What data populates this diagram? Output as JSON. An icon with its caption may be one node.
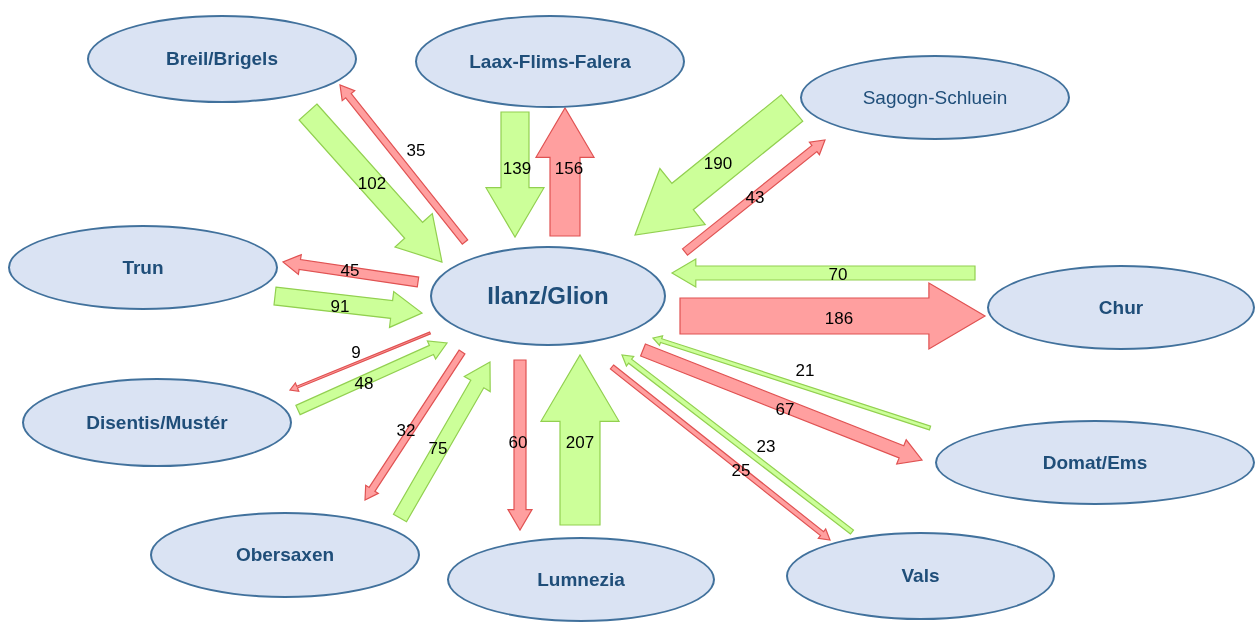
{
  "diagram": {
    "nodes": [
      {
        "text": [
          "Ilanz/Glion"
        ]
      },
      {
        "text": [
          "Breil/Brigels"
        ]
      },
      {
        "text": [
          "Laax-Flims-Falera"
        ]
      },
      {
        "text": [
          "Sagogn-Schluein"
        ]
      },
      {
        "text": [
          "Trun"
        ]
      },
      {
        "text": [
          "Chur"
        ]
      },
      {
        "text": [
          "Disentis/Mustér"
        ]
      },
      {
        "text": [
          "Domat/Ems"
        ]
      },
      {
        "text": [
          "Obersaxen"
        ]
      },
      {
        "text": [
          "Lumnezia"
        ]
      },
      {
        "text": [
          "Vals"
        ]
      }
    ],
    "edges": [
      {
        "from": 1,
        "to": 0,
        "arrow": "to",
        "label": "102",
        "color": "#ccff99"
      },
      {
        "from": 0,
        "to": 1,
        "arrow": "to",
        "label": "35",
        "color": "#ff9f9f"
      },
      {
        "from": 2,
        "to": 0,
        "arrow": "to",
        "label": "139",
        "color": "#ccff99"
      },
      {
        "from": 0,
        "to": 2,
        "arrow": "to",
        "label": "156",
        "color": "#ff9f9f"
      },
      {
        "from": 3,
        "to": 0,
        "arrow": "to",
        "label": "190",
        "color": "#ccff99"
      },
      {
        "from": 0,
        "to": 3,
        "arrow": "to",
        "label": "43",
        "color": "#ff9f9f"
      },
      {
        "from": 5,
        "to": 0,
        "arrow": "to",
        "label": "70",
        "color": "#ccff99"
      },
      {
        "from": 0,
        "to": 5,
        "arrow": "to",
        "label": "186",
        "color": "#ff9f9f"
      },
      {
        "from": 0,
        "to": 4,
        "arrow": "to",
        "label": "45",
        "color": "#ff9f9f"
      },
      {
        "from": 4,
        "to": 0,
        "arrow": "to",
        "label": "91",
        "color": "#ccff99"
      },
      {
        "from": 0,
        "to": 6,
        "arrow": "to",
        "label": "9",
        "color": "#ff9f9f"
      },
      {
        "from": 6,
        "to": 0,
        "arrow": "to",
        "label": "48",
        "color": "#ccff99"
      },
      {
        "from": 0,
        "to": 8,
        "arrow": "to",
        "label": "32",
        "color": "#ff9f9f"
      },
      {
        "from": 8,
        "to": 0,
        "arrow": "to",
        "label": "75",
        "color": "#ccff99"
      },
      {
        "from": 0,
        "to": 9,
        "arrow": "to",
        "label": "60",
        "color": "#ff9f9f"
      },
      {
        "from": 9,
        "to": 0,
        "arrow": "to",
        "label": "207",
        "color": "#ccff99"
      },
      {
        "from": 0,
        "to": 10,
        "arrow": "to",
        "label": "25",
        "color": "#ff9f9f"
      },
      {
        "from": 10,
        "to": 0,
        "arrow": "to",
        "label": "23",
        "color": "#ccff99"
      },
      {
        "from": 7,
        "to": 0,
        "arrow": "to",
        "label": "21",
        "color": "#ccff99"
      },
      {
        "from": 0,
        "to": 7,
        "arrow": "to",
        "label": "67",
        "color": "#ff9f9f"
      }
    ]
  }
}
